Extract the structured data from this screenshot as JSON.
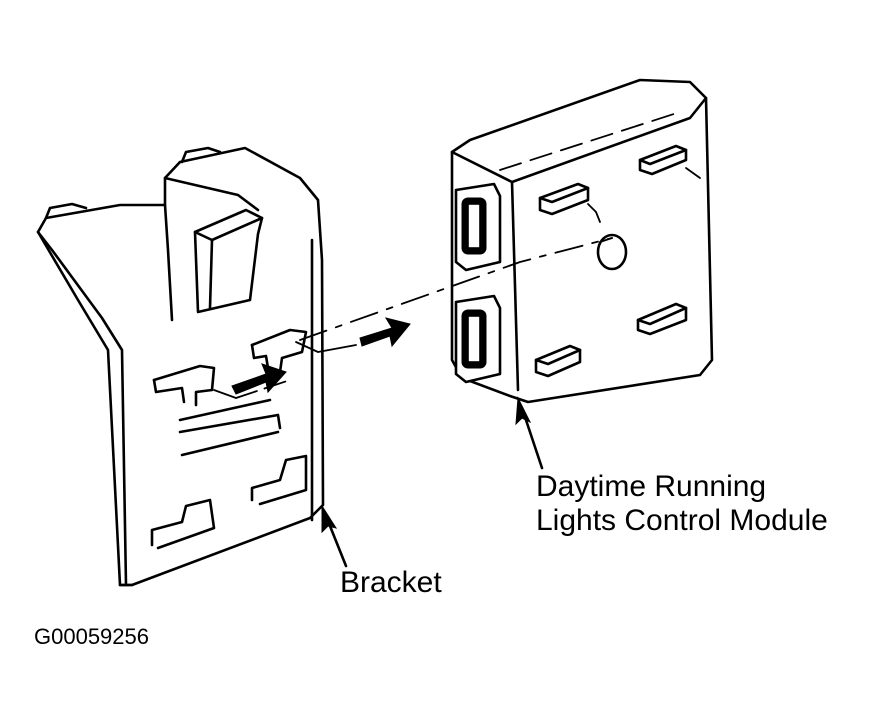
{
  "labels": {
    "module_line1": "Daytime Running",
    "module_line2": "Lights Control Module",
    "bracket": "Bracket"
  },
  "figure_id": "G00059256"
}
